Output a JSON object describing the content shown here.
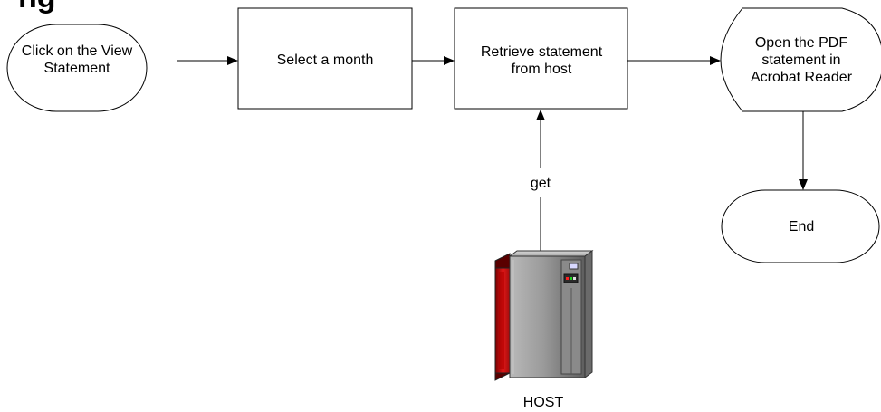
{
  "title_fragment": "ng",
  "nodes": {
    "start": {
      "shape": "terminator",
      "label": "Click on the View Statement"
    },
    "select_month": {
      "shape": "process",
      "label": "Select a month"
    },
    "retrieve": {
      "shape": "process",
      "label": "Retrieve statement from host"
    },
    "open_pdf": {
      "shape": "display",
      "label": "Open the PDF statement in Acrobat Reader"
    },
    "end": {
      "shape": "terminator",
      "label": "End"
    }
  },
  "host": {
    "label": "HOST",
    "icon": "mainframe-server-icon"
  },
  "edges": {
    "get_label": "get"
  },
  "colors": {
    "stroke": "#000000",
    "fill": "#ffffff",
    "server_body": "#8c8c8c",
    "server_side": "#c81010"
  }
}
